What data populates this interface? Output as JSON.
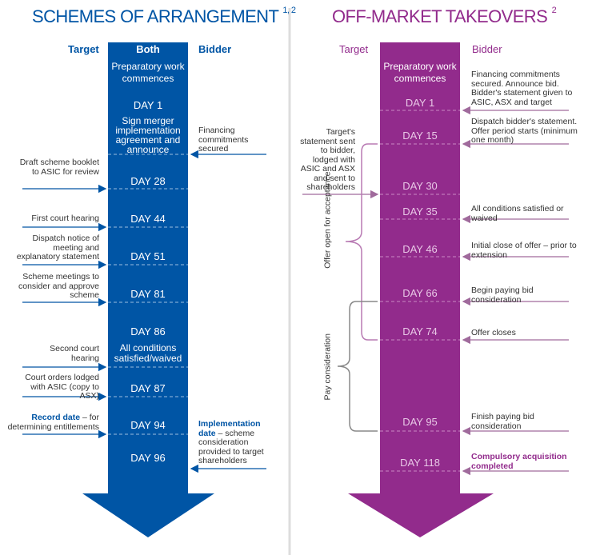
{
  "colors": {
    "scheme": "#0055a5",
    "takeover": "#922b8c",
    "takeover_arrow": "#a06a9c",
    "bracket_gray": "#888888"
  },
  "schemes": {
    "title": "SCHEMES OF ARRANGEMENT",
    "title_sup": "1, 2",
    "col_target": "Target",
    "col_both": "Both",
    "col_bidder": "Bidder",
    "prep": "Preparatory work commences",
    "days": [
      "DAY 1",
      "DAY 28",
      "DAY 44",
      "DAY 51",
      "DAY 81",
      "DAY 86",
      "DAY 87",
      "DAY 94",
      "DAY 96"
    ],
    "sign": "Sign merger implementation agreement and announce",
    "all_conditions": "All conditions satisfied/waived",
    "financing": "Financing commitments secured",
    "draft": "Draft scheme booklet to ASIC for review",
    "first_court": "First court hearing",
    "dispatch": "Dispatch notice of meeting and explanatory statement",
    "meetings": "Scheme meetings to consider and approve scheme",
    "second_court": "Second court hearing",
    "court_orders": "Court orders lodged with ASIC (copy to ASX)",
    "record_bold": "Record date",
    "record_rest": " – for determining entitlements",
    "impl_bold": "Implementation date",
    "impl_rest": " – scheme consideration provided to target shareholders"
  },
  "takeovers": {
    "title": "OFF-MARKET TAKEOVERS",
    "title_sup": "2",
    "col_target": "Target",
    "col_bidder": "Bidder",
    "prep": "Preparatory work commences",
    "days": [
      "DAY 1",
      "DAY 15",
      "DAY 30",
      "DAY 35",
      "DAY 46",
      "DAY 66",
      "DAY 74",
      "DAY 95",
      "DAY 118"
    ],
    "financing": "Financing commitments secured. Announce bid. Bidder's statement given to ASIC, ASX and target",
    "dispatch": "Dispatch bidder's statement. Offer period starts (minimum one month)",
    "target_statement": "Target's statement sent to bidder, lodged with ASIC and ASX and sent to shareholders",
    "all_conditions": "All conditions satisfied or waived",
    "initial_close": "Initial close of offer – prior to extension",
    "begin_paying": "Begin paying bid consideration",
    "offer_closes": "Offer closes",
    "finish_paying": "Finish paying bid consideration",
    "compulsory": "Compulsory acquisition completed",
    "offer_open": "Offer open for acceptance",
    "pay_consideration": "Pay consideration"
  }
}
